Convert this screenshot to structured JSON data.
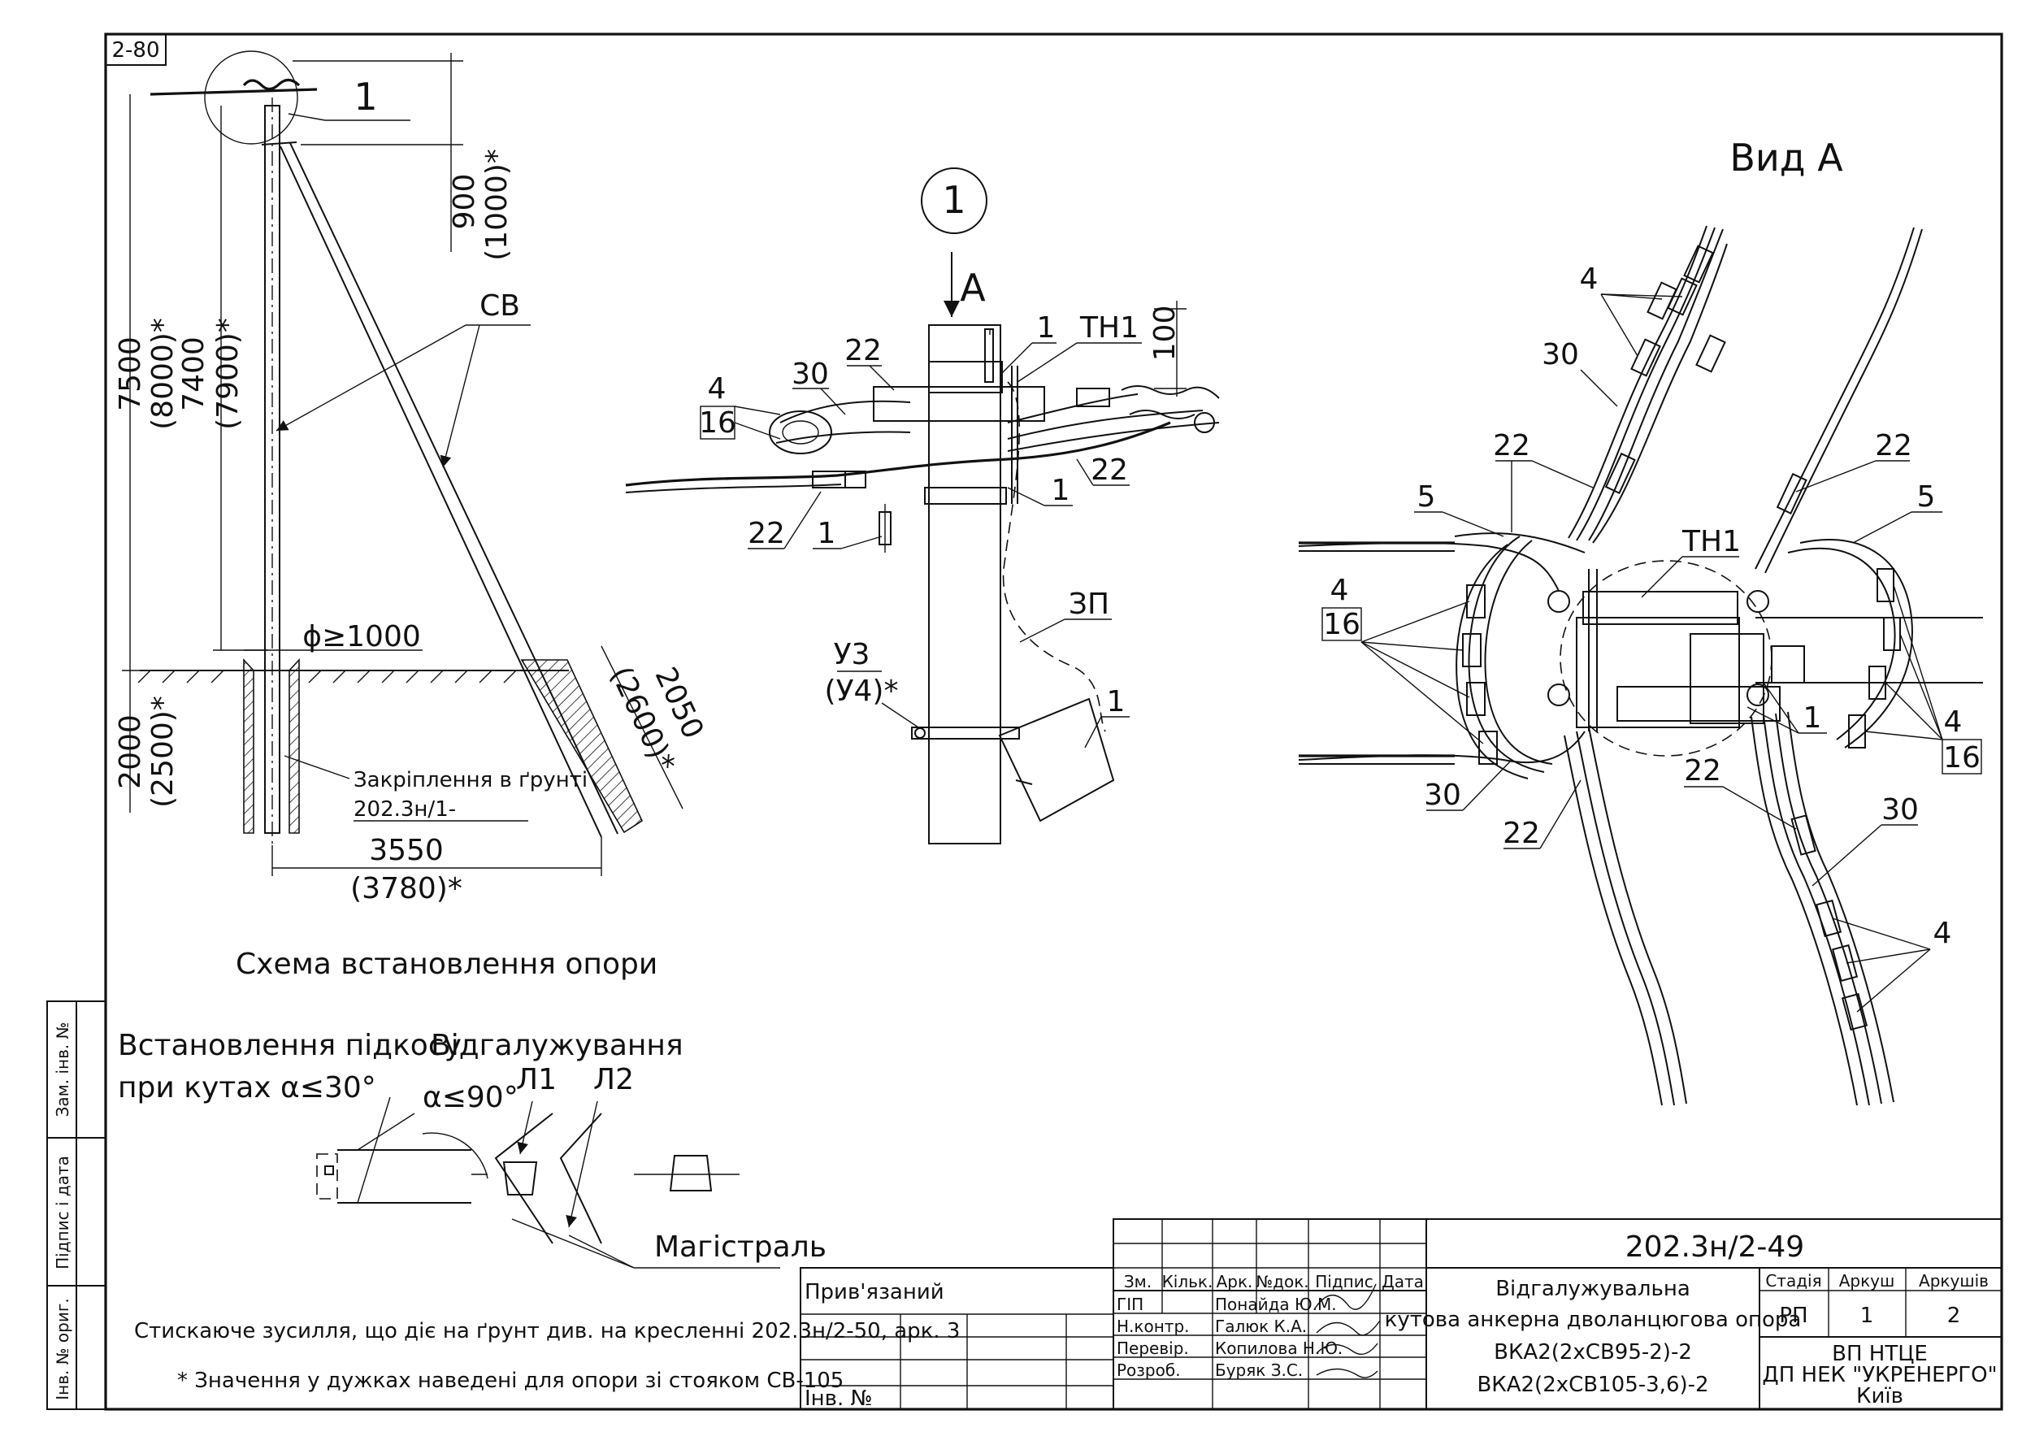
{
  "sheet_code": "2-80",
  "support_scheme": {
    "callout": "1",
    "dim_top": "900",
    "dim_top_alt": "(1000)*",
    "strut_label": "СВ",
    "height_outer": "7500",
    "height_outer_alt": "(8000)*",
    "height_inner": "7400",
    "height_inner_alt": "(7900)*",
    "hole_diameter": "ϕ≥1000",
    "depth": "2000",
    "depth_alt": "(2500)*",
    "strut_depth": "2050",
    "strut_depth_alt": "(2600)*",
    "base_length": "3550",
    "base_length_alt": "(3780)*",
    "ground_fix_label": "Закріплення в ґрунті",
    "ground_fix_ref": "202.3н/1-",
    "caption": "Схема встановлення опори"
  },
  "node_view": {
    "node_number": "1",
    "view_arrow": "А",
    "labels": {
      "l22a": "22",
      "l30": "30",
      "l4": "4",
      "l16": "16",
      "l1a": "1",
      "ltn1": "ТН1",
      "l100": "100",
      "l22b": "22",
      "l1b": "1",
      "l22c": "22",
      "l1c": "1",
      "l3p": "ЗП",
      "lu3": "У3",
      "lu4": "(У4)*",
      "l1d": "1"
    }
  },
  "view_a": {
    "title": "Вид А",
    "labels": {
      "l4a": "4",
      "l30a": "30",
      "l22a": "22",
      "l22b": "22",
      "l5a": "5",
      "l5b": "5",
      "ltn1": "ТН1",
      "l4b": "4",
      "l16b": "16",
      "l1": "1",
      "l4c": "4",
      "l16c": "16",
      "l30b": "30",
      "l22c": "22",
      "l22d": "22",
      "l30c": "30",
      "l4d": "4"
    }
  },
  "strut_install": {
    "title_line1": "Встановлення підкосу",
    "title_line2": "при кутах α≤30°"
  },
  "branching": {
    "title": "Відгалужування",
    "angle": "α≤90°",
    "line1": "Л1",
    "line2": "Л2",
    "trunk": "Магістраль"
  },
  "notes": {
    "note1": "Стискаюче зусилля, що діє на ґрунт див. на кресленні 202.3н/2-50, арк. 3",
    "note2": "* Значення у дужках наведені для опори зі стояком СВ-105"
  },
  "left_margin": {
    "f1": "Інв. № ориг.",
    "f2": "Підпис і дата",
    "f3": "Зам. інв. №"
  },
  "title_block": {
    "bound_label": "Прив'язаний",
    "inv_label": "Інв. №",
    "doc_code": "202.3н/2-49",
    "headers": [
      "Зм.",
      "Кільк.",
      "Арк.",
      "№док.",
      "Підпис",
      "Дата"
    ],
    "roles": [
      "ГІП",
      "Н.контр.",
      "Перевір.",
      "Розроб."
    ],
    "names": [
      "Понайда Ю.М.",
      "Галюк К.А.",
      "Копилова Н.Ю.",
      "Буряк З.С."
    ],
    "title_lines": [
      "Відгалужувальна",
      "кутова анкерна дволанцюгова опора",
      "ВКА2(2хСВ95-2)-2",
      "ВКА2(2хСВ105-3,6)-2"
    ],
    "stage_label": "Стадія",
    "sheet_label": "Аркуш",
    "sheets_label": "Аркушів",
    "stage": "РП",
    "sheet": "1",
    "sheets": "2",
    "org_lines": [
      "ВП НТЦЕ",
      "ДП НЕК \"УКРЕНЕРГО\"",
      "Київ"
    ]
  }
}
